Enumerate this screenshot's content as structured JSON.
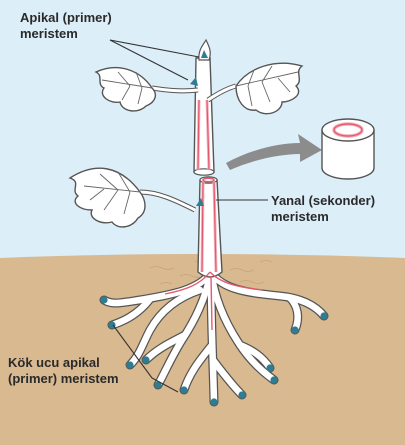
{
  "labels": {
    "apical_line1": "Apikal (primer)",
    "apical_line2": "meristem",
    "lateral_line1": "Yanal (sekonder)",
    "lateral_line2": "meristem",
    "root_line1": "Kök ucu apikal",
    "root_line2": "(primer) meristem"
  },
  "colors": {
    "sky": "#dceef8",
    "soil": "#d9b98f",
    "soil_shadow": "#c9a57a",
    "plant_fill": "#ffffff",
    "outline": "#555555",
    "meristem_red": "#e35a6e",
    "meristem_pink": "#f4b3be",
    "tip_blue": "#2f7d92",
    "arrow_gray": "#8c8c8c",
    "leader_line": "#333333"
  }
}
